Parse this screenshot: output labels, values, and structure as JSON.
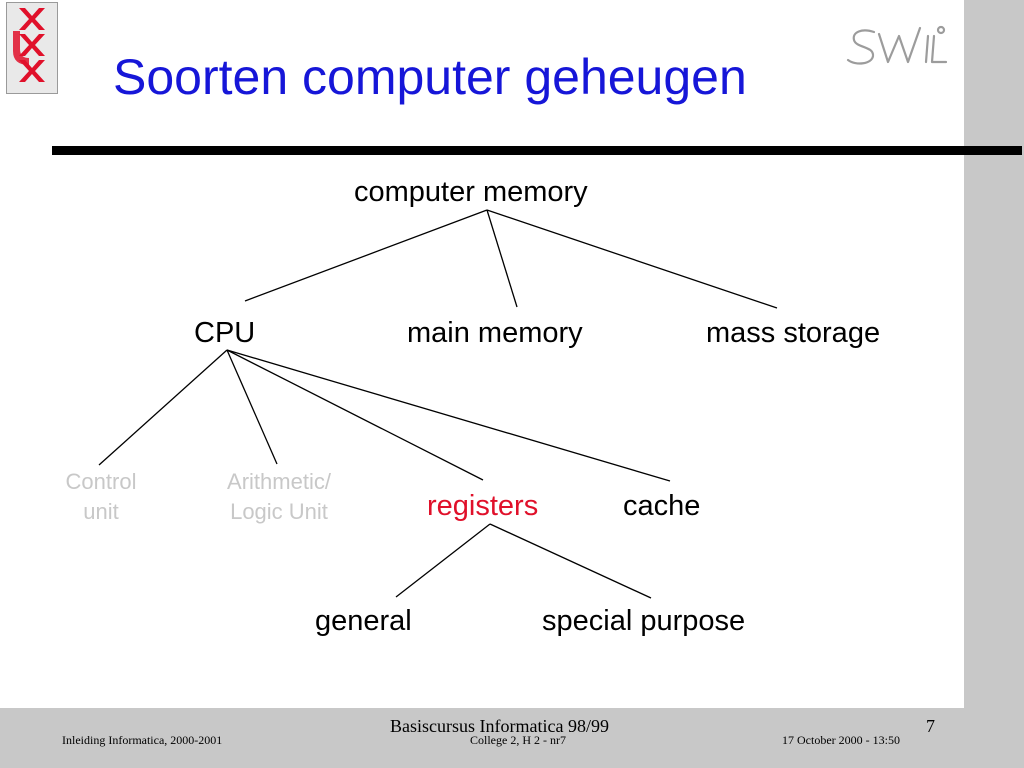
{
  "slide": {
    "title": "Soorten computer geheugen"
  },
  "diagram": {
    "root": "computer memory",
    "level1": [
      "CPU",
      "main memory",
      "mass storage"
    ],
    "cpu_children": [
      "Control\nunit",
      "Arithmetic/\nLogic Unit",
      "registers",
      "cache"
    ],
    "register_children": [
      "general",
      "special purpose"
    ]
  },
  "logos": {
    "left_icon": "university-crest-icon",
    "right_text": "SWI"
  },
  "colors": {
    "title": "#1616d8",
    "highlight": "#e0102a",
    "dimmed": "#c8c8c8",
    "band": "#c8c8c8"
  },
  "footer": {
    "course": "Inleiding Informatica, 2000-2001",
    "center_title": "Basiscursus Informatica 98/99",
    "center_sub": "College 2, H 2 - nr7",
    "date": "17 October 2000 - 13:50",
    "page": "7"
  }
}
